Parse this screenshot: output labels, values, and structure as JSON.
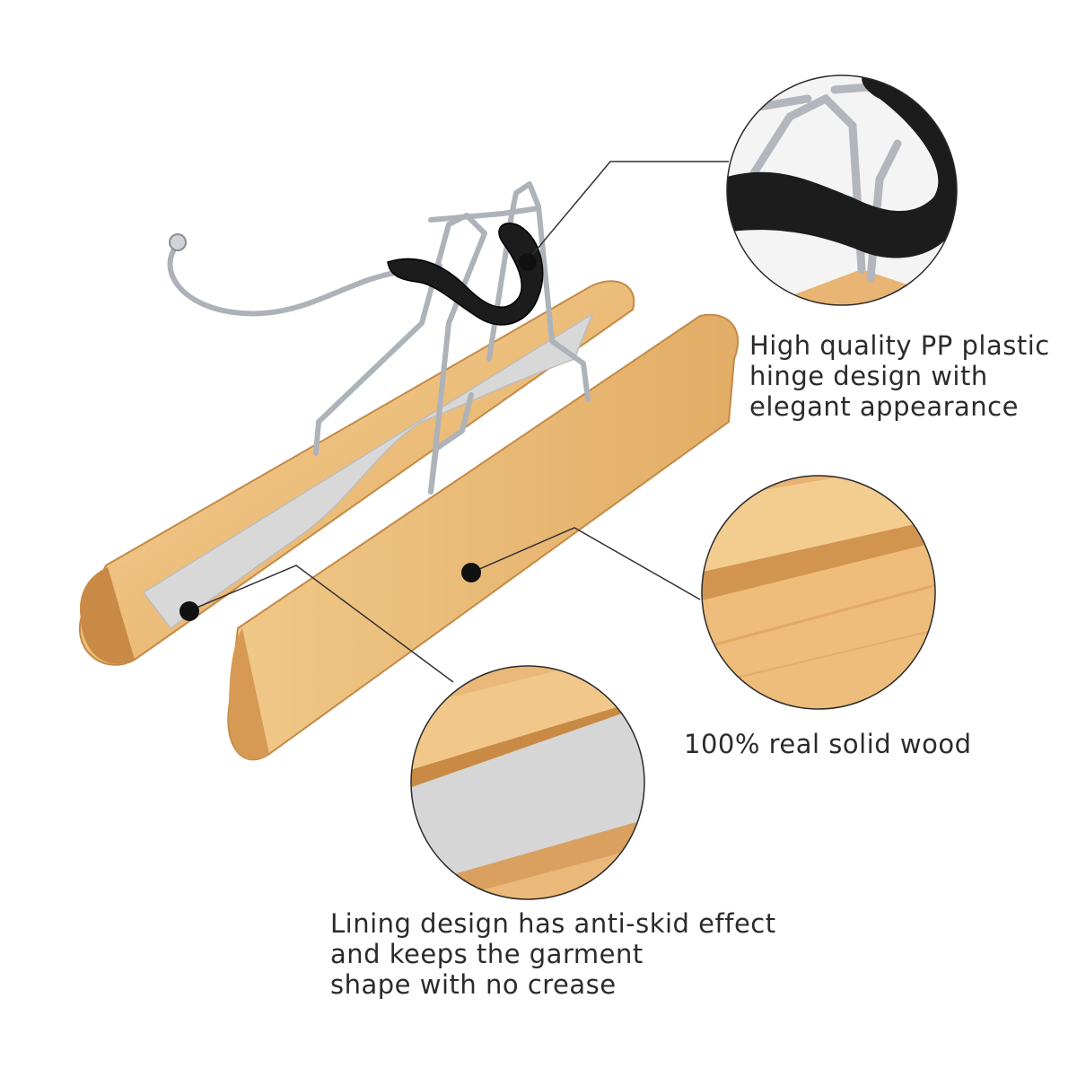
{
  "callouts": {
    "hinge": {
      "lines": [
        "High quality PP plastic",
        "hinge design with",
        "elegant appearance"
      ],
      "icon": "hinge-closeup"
    },
    "wood": {
      "lines": [
        "100% real solid wood"
      ],
      "icon": "wood-closeup"
    },
    "lining": {
      "lines": [
        "Lining design has anti-skid effect",
        "and keeps the garment",
        "shape with no crease"
      ],
      "icon": "lining-closeup"
    }
  },
  "colors": {
    "wood_light": "#f2c98a",
    "wood_mid": "#e6b06a",
    "wood_dark": "#c98a45",
    "lining": "#d9d9d9",
    "metal": "#b8bcc2",
    "plastic": "#1e1e1e",
    "line": "#333333"
  }
}
